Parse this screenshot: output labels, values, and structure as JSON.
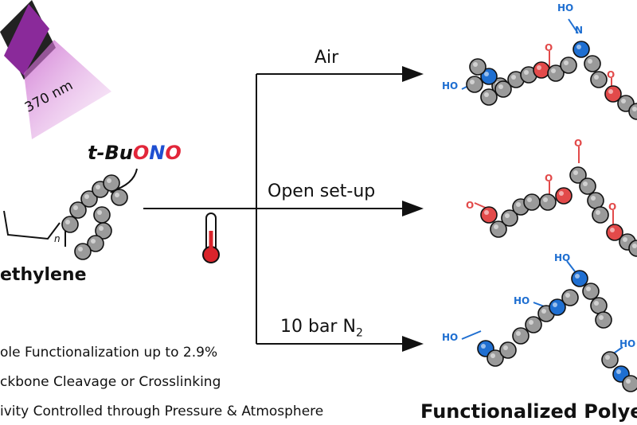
{
  "lamp": {
    "wavelength": "370 nm"
  },
  "reagent": {
    "part1": "t-",
    "part2": "Bu",
    "part3": "O",
    "part4": "N",
    "part5": "O"
  },
  "polymer": {
    "subscript": "n",
    "name": "ethylene"
  },
  "bullets": [
    "ole Functionalization up to 2.9%",
    "ckbone Cleavage or Crosslinking",
    "ivity Controlled through Pressure & Atmosphere"
  ],
  "routes": {
    "air": "Air",
    "open": "Open set-up",
    "n2_prefix": "10 bar N",
    "n2_sub": "2"
  },
  "product": {
    "title": "Functionalized Polye"
  },
  "groups": {
    "oxime": "HO",
    "oxime_n": "N",
    "ketone_o": "O"
  },
  "colors": {
    "carbon": "#9a9a9a",
    "oxygen": "#e24a4a",
    "nitrogen": "#1f6fd1",
    "lamp": "#8a2a9a",
    "text": "#111111"
  }
}
